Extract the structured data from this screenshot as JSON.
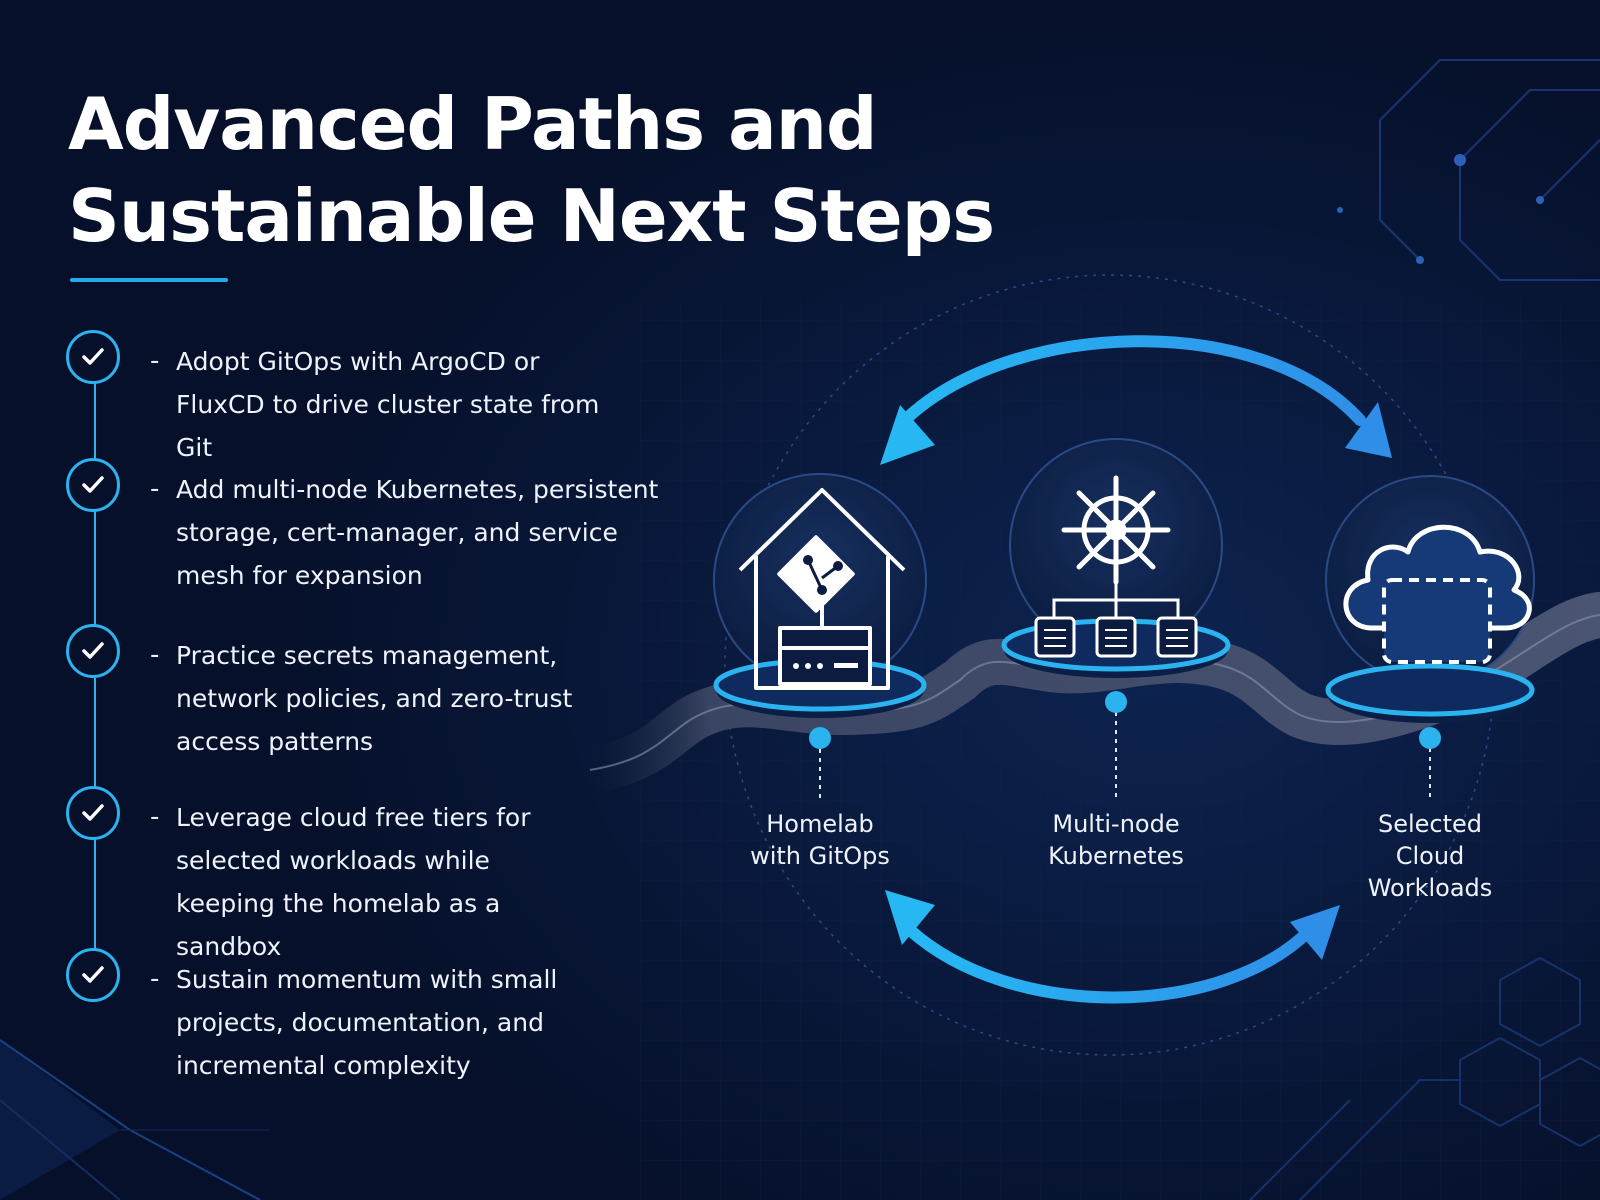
{
  "title": {
    "line1": "Advanced Paths and",
    "line2": "Sustainable Next Steps"
  },
  "steps": [
    {
      "dash": "-",
      "text": "Adopt GitOps with ArgoCD or FluxCD to drive cluster state from Git",
      "icon": "check-icon"
    },
    {
      "dash": "-",
      "text": "Add multi-node Kubernetes, persistent storage, cert-manager, and service mesh for expansion",
      "icon": "check-icon"
    },
    {
      "dash": "-",
      "text": "Practice secrets management, network policies, and zero-trust access patterns",
      "icon": "check-icon"
    },
    {
      "dash": "-",
      "text": "Leverage cloud free tiers for selected workloads while keeping the homelab as a sandbox",
      "icon": "check-icon"
    },
    {
      "dash": "-",
      "text": "Sustain momentum with small projects, documentation, and incremental complexity",
      "icon": "check-icon"
    }
  ],
  "nodes": [
    {
      "line1": "Homelab",
      "line2": "with GitOps",
      "line3": "",
      "icon": "house-git-server-icon"
    },
    {
      "line1": "Multi-node",
      "line2": "Kubernetes",
      "line3": "",
      "icon": "kubernetes-helm-icon"
    },
    {
      "line1": "Selected",
      "line2": "Cloud",
      "line3": "Workloads",
      "icon": "cloud-icon"
    }
  ],
  "colors": {
    "background": "#06102a",
    "accent": "#2ab3ee",
    "text": "#eef3fb"
  }
}
